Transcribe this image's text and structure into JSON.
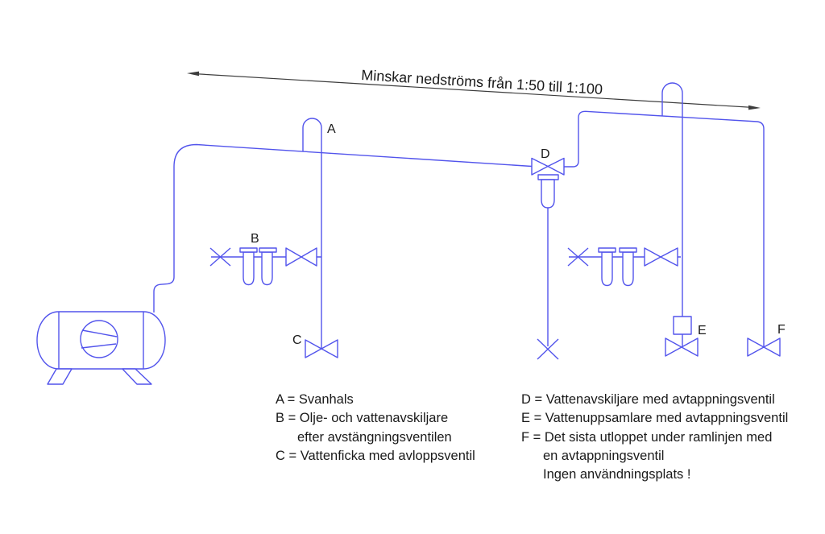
{
  "colors": {
    "pipe": "#5254ec",
    "annot": "#3c3c3c",
    "ink": "#1a1a1a"
  },
  "annotation": {
    "text": "Minskar nedströms från 1:50 till 1:100"
  },
  "labels": {
    "a": "A",
    "b": "B",
    "c": "C",
    "d": "D",
    "e": "E",
    "f": "F"
  },
  "legend": {
    "left": [
      "A = Svanhals",
      "B = Olje- och vattenavskiljare",
      "efter avstängningsventilen",
      "C = Vattenficka med avloppsventil"
    ],
    "right": [
      "D = Vattenavskiljare med avtappningsventil",
      "E = Vattenuppsamlare med avtappningsventil",
      "F = Det sista utloppet under ramlinjen med",
      "en avtappningsventil",
      "Ingen användningsplats !"
    ]
  }
}
